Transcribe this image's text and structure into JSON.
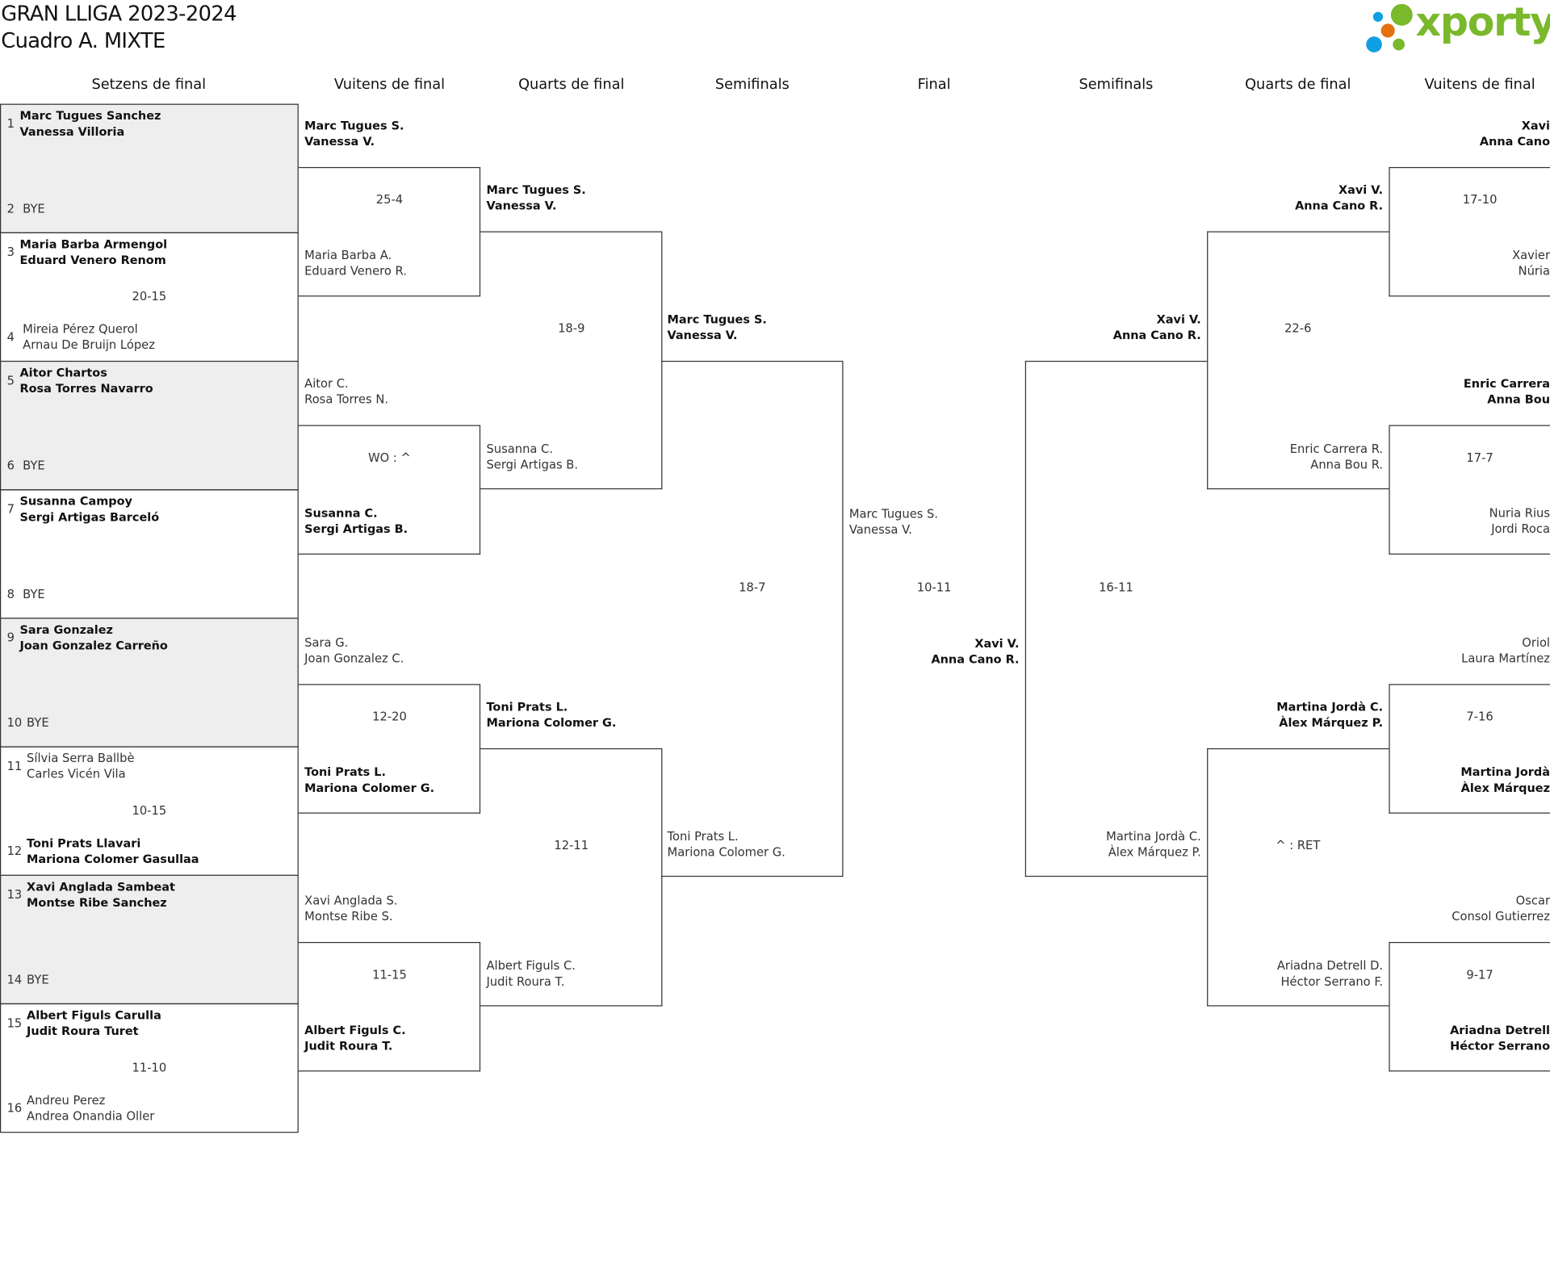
{
  "header": {
    "title": "GRAN LLIGA 2023-2024",
    "subtitle": "Cuadro A. MIXTE"
  },
  "logo": {
    "text": "xporty",
    "colors": {
      "green": "#7ab82c",
      "blue": "#0ea0e2",
      "orange": "#e5700f"
    }
  },
  "columns": [
    "Setzens de final",
    "Vuitens de final",
    "Quarts de final",
    "Semifinals",
    "Final",
    "Semifinals",
    "Quarts de final",
    "Vuitens de final"
  ],
  "round1": [
    {
      "top": {
        "seed": "1",
        "names": [
          "Marc Tugues Sanchez",
          "Vanessa Villoria"
        ],
        "winner": true
      },
      "bottom": {
        "seed": "2",
        "names": [
          "BYE"
        ],
        "winner": false
      },
      "score": "",
      "bye": true
    },
    {
      "top": {
        "seed": "3",
        "names": [
          "Maria Barba Armengol",
          "Eduard Venero Renom"
        ],
        "winner": true
      },
      "bottom": {
        "seed": "4",
        "names": [
          "Mireia Pérez Querol",
          "Arnau De Bruijn López"
        ],
        "winner": false
      },
      "score": "20-15",
      "bye": false
    },
    {
      "top": {
        "seed": "5",
        "names": [
          "Aitor Chartos",
          "Rosa Torres Navarro"
        ],
        "winner": true
      },
      "bottom": {
        "seed": "6",
        "names": [
          "BYE"
        ],
        "winner": false
      },
      "score": "",
      "bye": true
    },
    {
      "top": {
        "seed": "7",
        "names": [
          "Susanna Campoy",
          "Sergi Artigas Barceló"
        ],
        "winner": true
      },
      "bottom": {
        "seed": "8",
        "names": [
          "BYE"
        ],
        "winner": false
      },
      "score": "",
      "bye": false
    },
    {
      "top": {
        "seed": "9",
        "names": [
          "Sara Gonzalez",
          "Joan Gonzalez Carreño"
        ],
        "winner": true
      },
      "bottom": {
        "seed": "10",
        "names": [
          "BYE"
        ],
        "winner": false
      },
      "score": "",
      "bye": true
    },
    {
      "top": {
        "seed": "11",
        "names": [
          "Sílvia Serra Ballbè",
          "Carles Vicén Vila"
        ],
        "winner": false
      },
      "bottom": {
        "seed": "12",
        "names": [
          "Toni Prats Llavari",
          "Mariona Colomer Gasullaa"
        ],
        "winner": true
      },
      "score": "10-15",
      "bye": false
    },
    {
      "top": {
        "seed": "13",
        "names": [
          "Xavi Anglada Sambeat",
          "Montse Ribe Sanchez"
        ],
        "winner": true
      },
      "bottom": {
        "seed": "14",
        "names": [
          "BYE"
        ],
        "winner": false
      },
      "score": "",
      "bye": true
    },
    {
      "top": {
        "seed": "15",
        "names": [
          "Albert Figuls Carulla",
          "Judit Roura Turet"
        ],
        "winner": true
      },
      "bottom": {
        "seed": "16",
        "names": [
          "Andreu Perez",
          "Andrea Onandia Oller"
        ],
        "winner": false
      },
      "score": "11-10",
      "bye": false
    }
  ],
  "left": {
    "vuitens": [
      {
        "top": {
          "names": [
            "Marc Tugues S.",
            "Vanessa V."
          ],
          "winner": true
        },
        "score": "25-4",
        "bottom": {
          "names": [
            "Maria Barba A.",
            "Eduard Venero R."
          ],
          "winner": false
        }
      },
      {
        "top": {
          "names": [
            "Aitor C.",
            "Rosa Torres N."
          ],
          "winner": false
        },
        "score": "WO : ^",
        "bottom": {
          "names": [
            "Susanna C.",
            "Sergi Artigas B."
          ],
          "winner": true
        }
      },
      {
        "top": {
          "names": [
            "Sara G.",
            "Joan Gonzalez C."
          ],
          "winner": false
        },
        "score": "12-20",
        "bottom": {
          "names": [
            "Toni Prats L.",
            "Mariona Colomer G."
          ],
          "winner": true
        }
      },
      {
        "top": {
          "names": [
            "Xavi Anglada S.",
            "Montse Ribe S."
          ],
          "winner": false
        },
        "score": "11-15",
        "bottom": {
          "names": [
            "Albert Figuls C.",
            "Judit Roura T."
          ],
          "winner": true
        }
      }
    ],
    "quarts": [
      {
        "top": {
          "names": [
            "Marc Tugues S.",
            "Vanessa V."
          ],
          "winner": true
        },
        "score": "18-9",
        "bottom": {
          "names": [
            "Susanna C.",
            "Sergi Artigas B."
          ],
          "winner": false
        }
      },
      {
        "top": {
          "names": [
            "Toni Prats L.",
            "Mariona Colomer G."
          ],
          "winner": true
        },
        "score": "12-11",
        "bottom": {
          "names": [
            "Albert Figuls C.",
            "Judit Roura T."
          ],
          "winner": false
        }
      }
    ],
    "semis": [
      {
        "top": {
          "names": [
            "Marc Tugues S.",
            "Vanessa V."
          ],
          "winner": true
        },
        "score": "18-7",
        "bottom": {
          "names": [
            "Toni Prats L.",
            "Mariona Colomer G."
          ],
          "winner": false
        }
      }
    ]
  },
  "final": {
    "top": {
      "names": [
        "Marc Tugues S.",
        "Vanessa V."
      ],
      "winner": false
    },
    "score": "10-11",
    "bottom": {
      "names": [
        "Xavi V.",
        "Anna Cano R."
      ],
      "winner": true
    }
  },
  "right": {
    "semis": [
      {
        "top": {
          "names": [
            "Xavi V.",
            "Anna Cano R."
          ],
          "winner": true
        },
        "score": "16-11",
        "bottom": {
          "names": [
            "Martina Jordà C.",
            "Àlex Márquez P."
          ],
          "winner": false
        }
      }
    ],
    "quarts": [
      {
        "top": {
          "names": [
            "Xavi V.",
            "Anna Cano R."
          ],
          "winner": true
        },
        "score": "22-6",
        "bottom": {
          "names": [
            "Enric Carrera R.",
            "Anna Bou R."
          ],
          "winner": false
        }
      },
      {
        "top": {
          "names": [
            "Martina Jordà C.",
            "Àlex Márquez P."
          ],
          "winner": true
        },
        "score": "^ : RET",
        "bottom": {
          "names": [
            "Ariadna Detrell D.",
            "Héctor Serrano F."
          ],
          "winner": false
        }
      }
    ],
    "vuitens": [
      {
        "top": {
          "names": [
            "Xavi",
            "Anna Cano"
          ],
          "winner": true
        },
        "score": "17-10",
        "bottom": {
          "names": [
            "Xavier",
            "Núria"
          ],
          "winner": false
        }
      },
      {
        "top": {
          "names": [
            "Enric Carrera",
            "Anna Bou"
          ],
          "winner": true
        },
        "score": "17-7",
        "bottom": {
          "names": [
            "Nuria Rius",
            "Jordi Roca"
          ],
          "winner": false
        }
      },
      {
        "top": {
          "names": [
            "Oriol",
            "Laura Martínez"
          ],
          "winner": false
        },
        "score": "7-16",
        "bottom": {
          "names": [
            "Martina Jordà",
            "Àlex Márquez"
          ],
          "winner": true
        }
      },
      {
        "top": {
          "names": [
            "Oscar",
            "Consol Gutierrez"
          ],
          "winner": false
        },
        "score": "9-17",
        "bottom": {
          "names": [
            "Ariadna Detrell",
            "Héctor Serrano"
          ],
          "winner": true
        }
      }
    ]
  }
}
